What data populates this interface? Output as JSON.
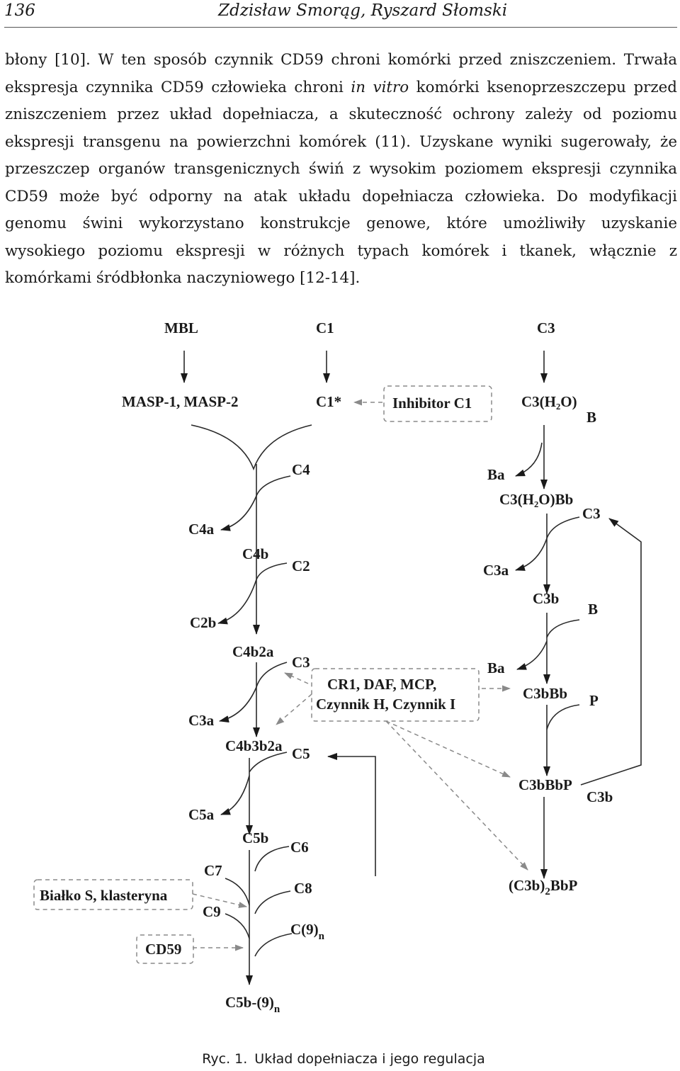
{
  "header": {
    "page_number": "136",
    "running_head": "Zdzisław Smorąg, Ryszard Słomski"
  },
  "paragraph": {
    "part1": "błony [10]. W ten sposób czynnik CD59 chroni komórki przed zniszczeniem. Trwała ekspresja czynnika CD59 człowieka chroni ",
    "italic": "in vitro",
    "part2": " komórki ksenoprzeszczepu przed zniszczeniem przez układ dopełniacza, a skuteczność ochrony zależy od poziomu ekspresji transgenu na powierzchni komórek (11). Uzyskane wyniki sugerowały, że przeszczep organów transgenicznych świń z wysokim poziomem ekspresji czynnika CD59 może być odporny na atak układu dopełniacza człowieka. Do modyfikacji genomu świni wykorzystano konstrukcje genowe, które umożliwiły uzyskanie wysokiego poziomu ekspresji w różnych typach komórek i tkanek, włącznie z komórkami śródbłonka naczyniowego [12-14]."
  },
  "diagram": {
    "labels": {
      "mbl": "MBL",
      "c1": "C1",
      "c3_top": "C3",
      "masp": "MASP-1, MASP-2",
      "c1_star": "C1*",
      "inhibitor_c1": "Inhibitor C1",
      "c3h2o": "C3(H₂O)",
      "b1": "B",
      "c4": "C4",
      "ba1": "Ba",
      "c3h2obb": "C3(H₂O)Bb",
      "c3_loop": "C3",
      "c4a": "C4a",
      "c4b": "C4b",
      "c2": "C2",
      "c3a_right": "C3a",
      "c3b": "C3b",
      "b2": "B",
      "c2b": "C2b",
      "c4b2a": "C4b2a",
      "c3_mid": "C3",
      "cr1_line1": "CR1, DAF, MCP,",
      "cr1_line2": "Czynnik H, Czynnik I",
      "ba2": "Ba",
      "c3bbb": "C3bBb",
      "p": "P",
      "c3a_left": "C3a",
      "c4b3b2a": "C4b3b2a",
      "c5": "C5",
      "c3bbbp": "C3bBbP",
      "c3b_right": "C3b",
      "c5a": "C5a",
      "c5b": "C5b",
      "c6": "C6",
      "c7": "C7",
      "c8": "C8",
      "bialko": "Białko S, klasteryna",
      "c9": "C9",
      "c9n_base": "C(9)",
      "c9n_sub": "n",
      "cd59": "CD59",
      "c3b2bbp_base": "(C3b)",
      "c3b2bbp_sub": "2",
      "c3b2bbp_end": "BbP",
      "c5b9n_base": "C5b-(9)",
      "c5b9n_sub": "n"
    }
  },
  "caption": {
    "label": "Ryc. 1.",
    "text": "Układ dopełniacza i jego regulacja"
  }
}
